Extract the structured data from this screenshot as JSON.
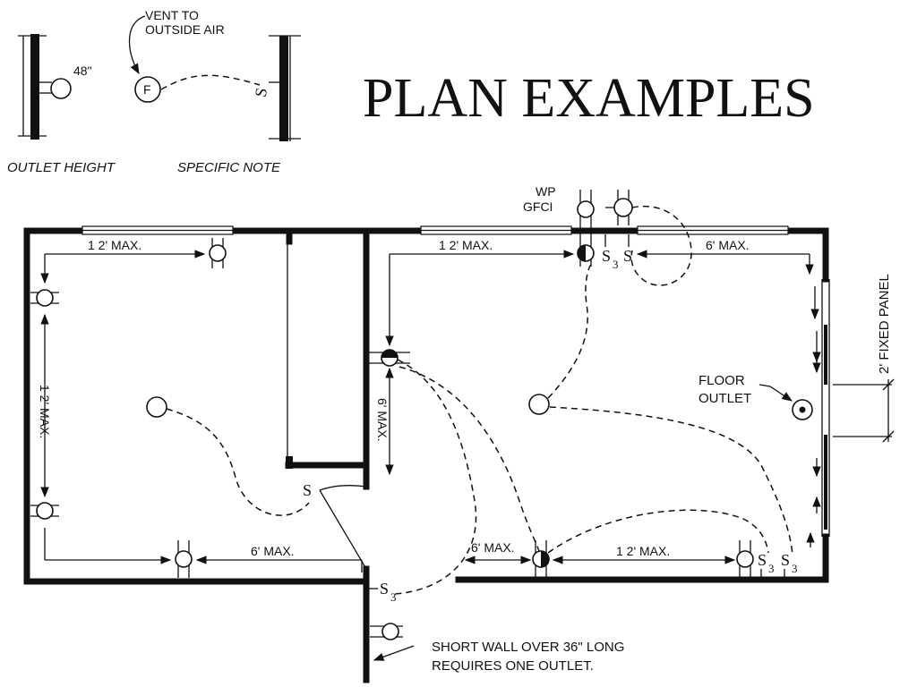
{
  "title": "PLAN EXAMPLES",
  "legend": {
    "outlet_height_value": "48\"",
    "outlet_height_caption": "OUTLET HEIGHT",
    "vent_note_line1": "VENT TO",
    "vent_note_line2": "OUTSIDE AIR",
    "fan_symbol": "F",
    "specific_note_caption": "SPECIFIC NOTE"
  },
  "plan": {
    "wp_label": "WP",
    "gfci_label": "GFCI",
    "dim_left_top": "1 2' MAX.",
    "dim_left_side": "1 2' MAX.",
    "dim_left_bottom": "6' MAX.",
    "dim_right_top_left": "1 2' MAX.",
    "dim_right_top_right": "6' MAX.",
    "dim_right_vertical": "6' MAX.",
    "dim_right_bottom_left": "6' MAX.",
    "dim_right_bottom_right": "1 2' MAX.",
    "fixed_panel": "2' FIXED PANEL",
    "floor_outlet_line1": "FLOOR",
    "floor_outlet_line2": "OUTLET",
    "switch_symbol": "S",
    "switch_subscript": "3",
    "short_wall_line1": "SHORT WALL OVER 36\" LONG",
    "short_wall_line2": "REQUIRES ONE OUTLET."
  },
  "icons": [
    "duplex-outlet-icon",
    "ceiling-light-icon",
    "switch-symbol-icon",
    "fan-icon",
    "floor-outlet-icon",
    "split-outlet-icon"
  ]
}
